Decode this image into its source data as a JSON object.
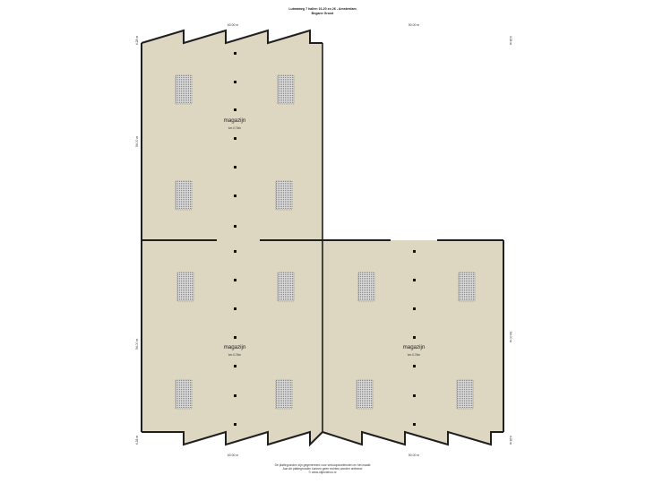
{
  "header": {
    "line1": "Lutmaweg 7 hallen 16-20 en 26 - Amsterdam",
    "line2": "Begane Grond"
  },
  "rooms": [
    {
      "name": "magazijn",
      "area": "km 0,76m"
    },
    {
      "name": "magazijn",
      "area": "km 0,76m"
    },
    {
      "name": "magazijn",
      "area": "km 0,76m"
    }
  ],
  "dimensions": {
    "top_left": "60.00 m",
    "top_right": "50.00 m",
    "bottom_left": "60.00 m",
    "bottom_right": "50.00 m",
    "left_upper": "54.00 m",
    "left_lower": "54.00 m",
    "right_mid": "54.00 m",
    "corner_tl": "4.28 m",
    "corner_tr": "4.28 m",
    "corner_bl": "4.28 m",
    "corner_br": "4.28 m"
  },
  "footer": {
    "line1": "De plattegronden zijn gegenereerd voor verkoopdoeleinden en het maakt",
    "line2": "Aan de plattegronden kunnen geen rechten worden ontleend",
    "line3": "© www.objectenco.nl"
  },
  "colors": {
    "floor": "#ddd7c2",
    "wall": "#1f1f1f",
    "skylight": "#7a7a7a"
  }
}
